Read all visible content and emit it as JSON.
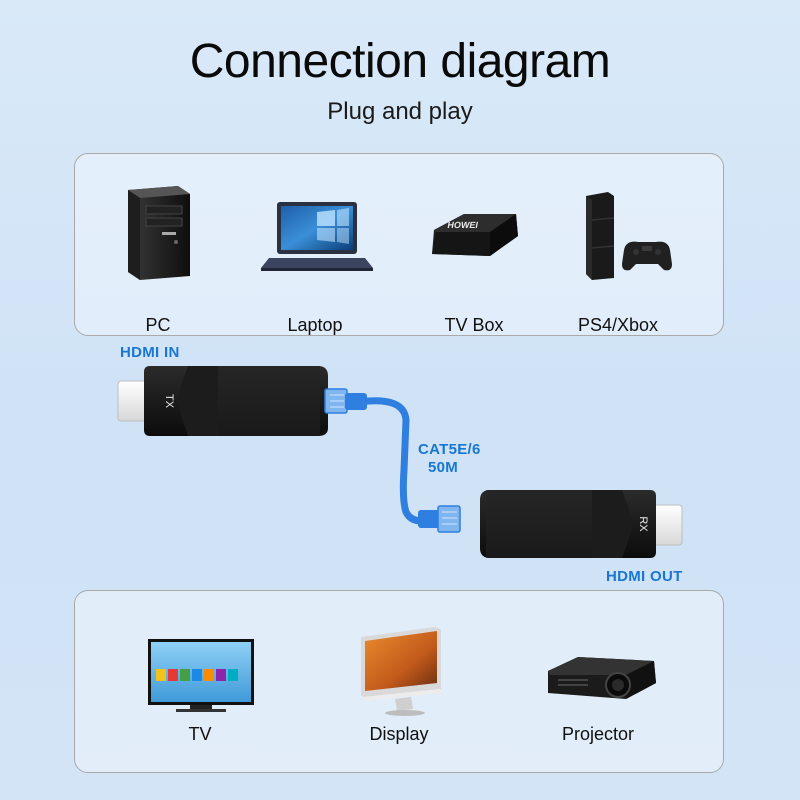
{
  "header": {
    "title": "Connection diagram",
    "subtitle": "Plug and play"
  },
  "sources": [
    {
      "label": "PC",
      "icon": "pc-tower-icon"
    },
    {
      "label": "Laptop",
      "icon": "laptop-icon"
    },
    {
      "label": "TV Box",
      "icon": "tv-box-icon",
      "brand_text": "HOWEI"
    },
    {
      "label": "PS4/Xbox",
      "icon": "game-console-icon"
    }
  ],
  "extender": {
    "in_label": "HDMI IN",
    "out_label": "HDMI OUT",
    "cable_label": "CAT5E/6",
    "distance_label": "50M",
    "tx_text": "TX",
    "rx_text": "RX"
  },
  "displays": [
    {
      "label": "TV",
      "icon": "tv-icon"
    },
    {
      "label": "Display",
      "icon": "monitor-icon"
    },
    {
      "label": "Projector",
      "icon": "projector-icon"
    }
  ],
  "colors": {
    "accent": "#1877d2",
    "cable": "#2f7fe0",
    "device_body": "#1a1a1a"
  }
}
